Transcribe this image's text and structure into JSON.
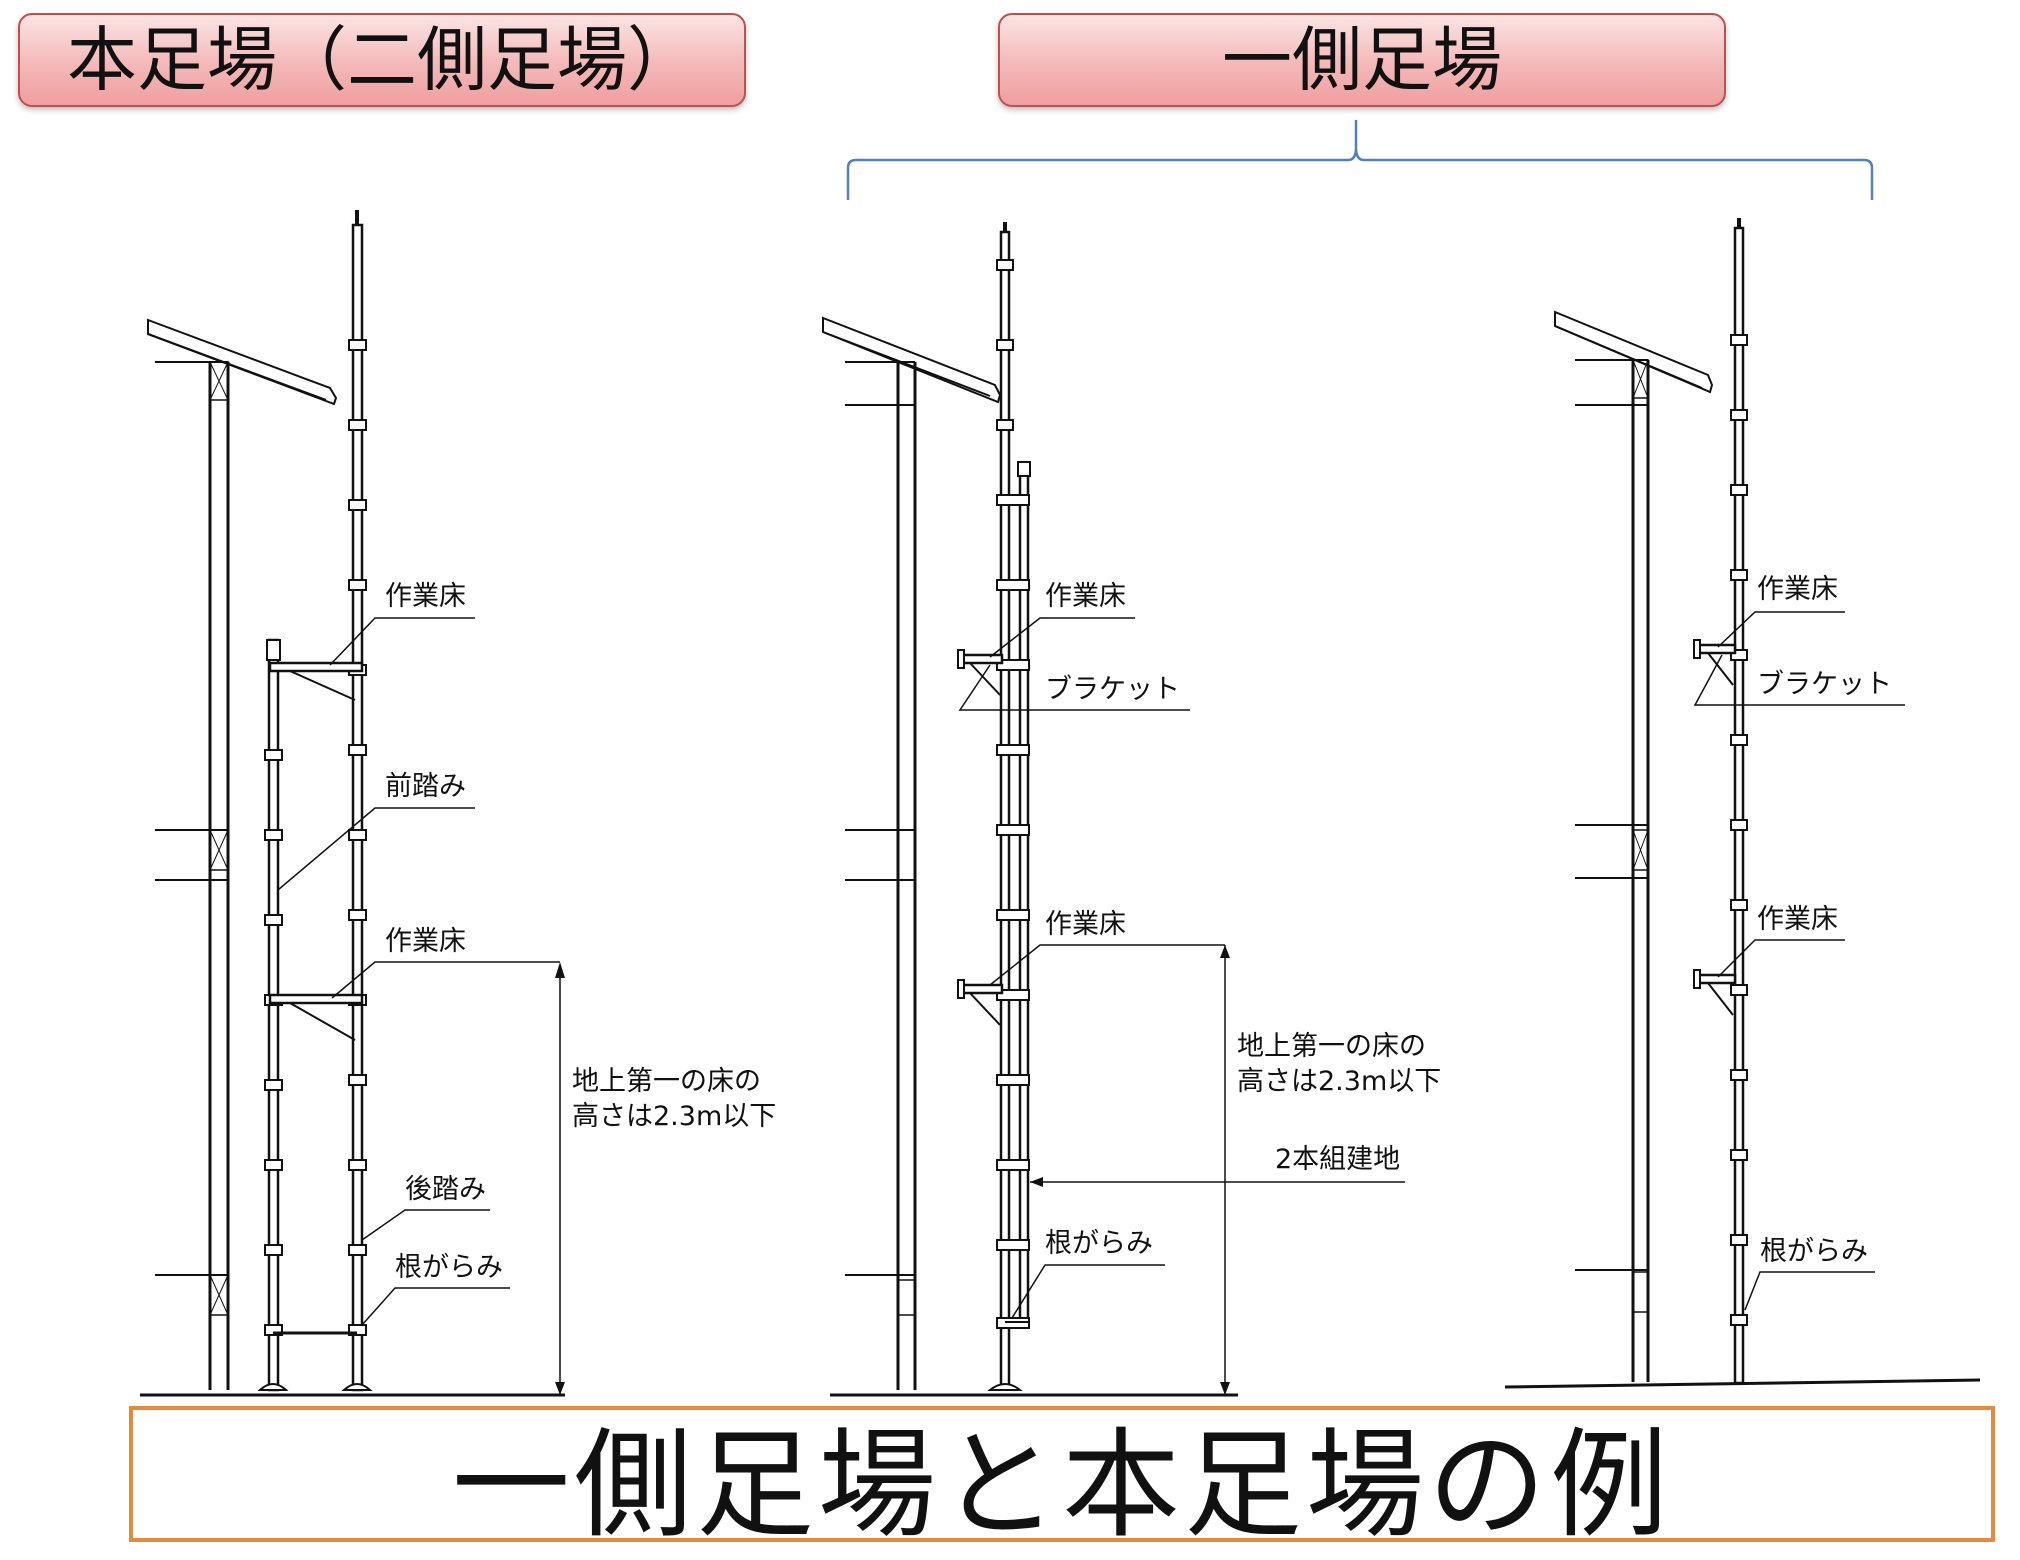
{
  "header": {
    "left_title": "本足場（二側足場）",
    "right_title": "一側足場"
  },
  "footer": {
    "caption": "一側足場と本足場の例"
  },
  "diagrams": {
    "left": {
      "label_floor_top": "作業床",
      "label_front_step": "前踏み",
      "label_floor_mid": "作業床",
      "label_height_line1": "地上第一の床の",
      "label_height_line2": "高さは2.3m以下",
      "label_rear_step": "後踏み",
      "label_base_tie": "根がらみ"
    },
    "middle": {
      "label_floor_top": "作業床",
      "label_bracket": "ブラケット",
      "label_floor_mid": "作業床",
      "label_height_line1": "地上第一の床の",
      "label_height_line2": "高さは2.3m以下",
      "label_double_post": "2本組建地",
      "label_base_tie": "根がらみ"
    },
    "right": {
      "label_floor_top": "作業床",
      "label_bracket": "ブラケット",
      "label_floor_mid": "作業床",
      "label_base_tie": "根がらみ"
    }
  },
  "colors": {
    "title_border": "#c0504d",
    "title_fill": "#f4b8b8",
    "bracket_blue": "#4f81bd",
    "caption_border": "#e38a3f"
  }
}
